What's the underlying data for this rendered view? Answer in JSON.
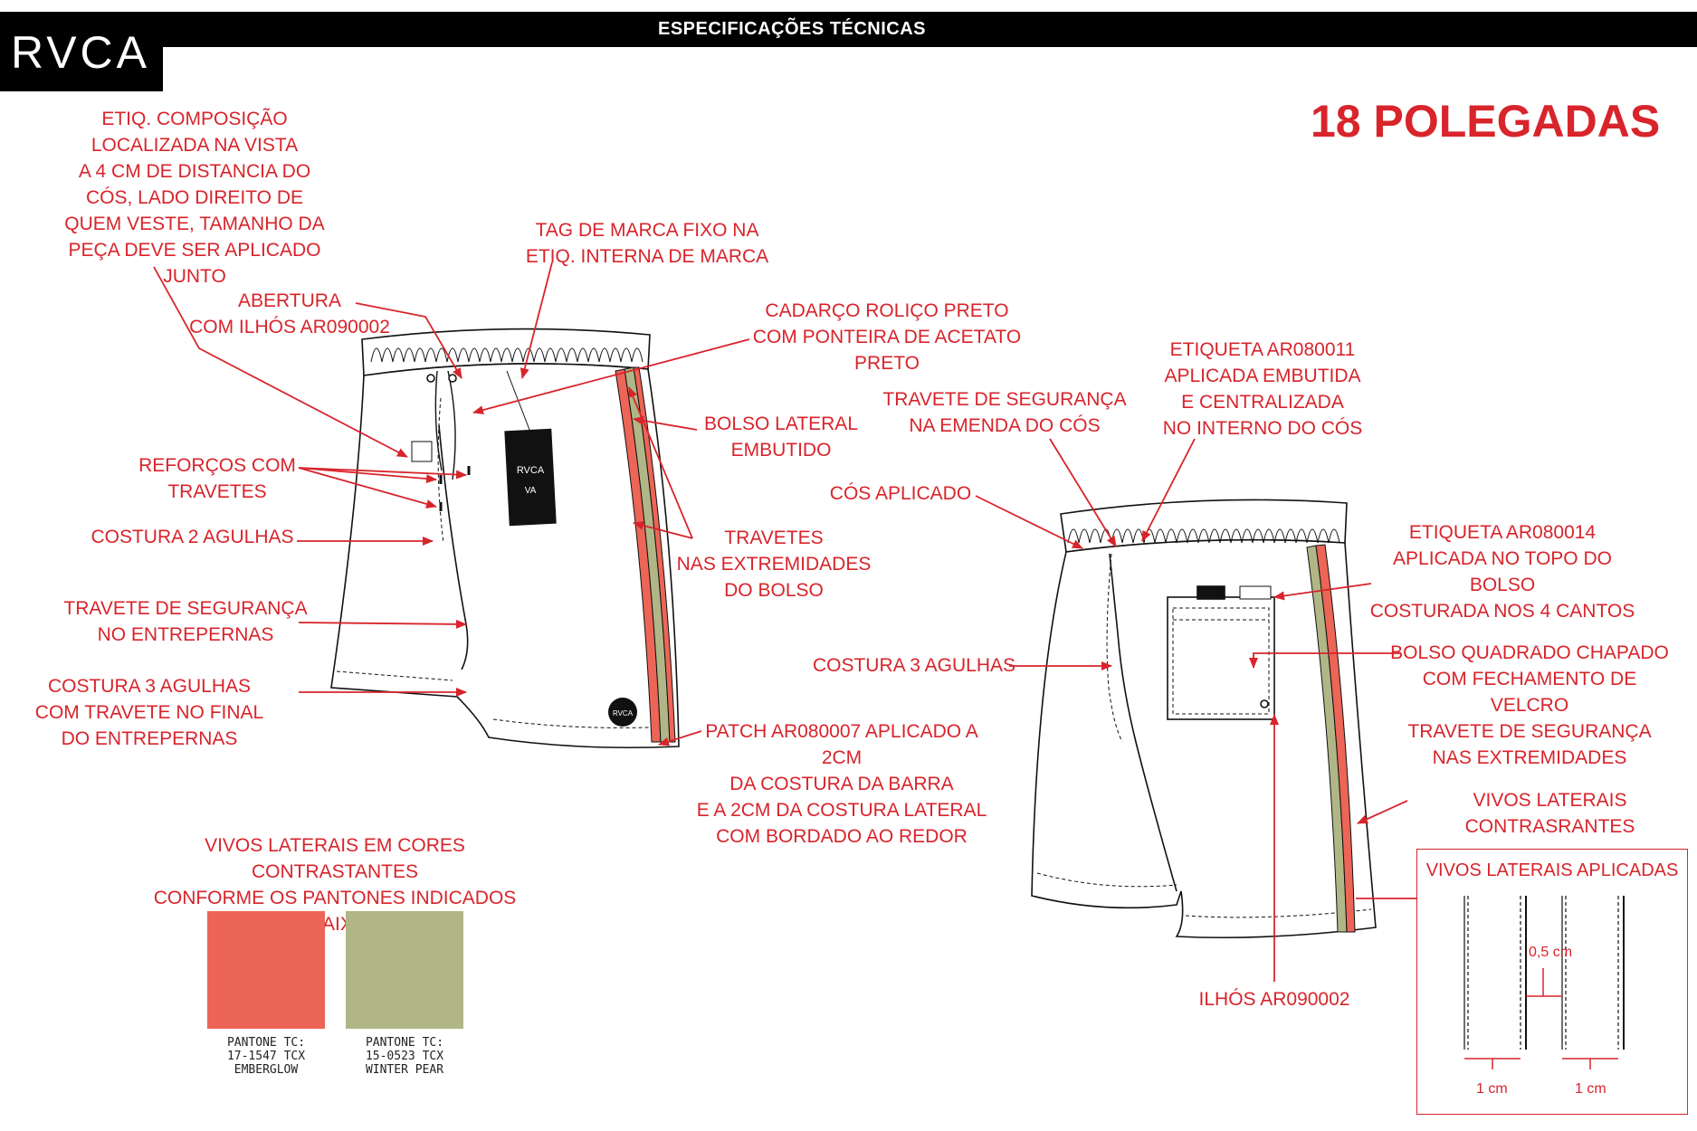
{
  "header": {
    "title": "ESPECIFICAÇÕES TÉCNICAS",
    "logo": "RVCA"
  },
  "size_title": "18 POLEGADAS",
  "front_annotations": {
    "etiq_composicao": "ETIQ. COMPOSIÇÃO\nLOCALIZADA NA VISTA\nA 4 CM DE DISTANCIA DO\nCÓS, LADO DIREITO DE\nQUEM VESTE, TAMANHO DA\nPEÇA DEVE SER APLICADO JUNTO",
    "tag_marca": "TAG DE MARCA FIXO NA\nETIQ. INTERNA DE MARCA",
    "abertura": "ABERTURA\nCOM ILHÓS AR090002",
    "cadarco": "CADARÇO ROLIÇO PRETO\nCOM PONTEIRA DE ACETATO PRETO",
    "bolso_lateral": "BOLSO LATERAL\nEMBUTIDO",
    "reforcos": "REFORÇOS COM\nTRAVETES",
    "costura2": "COSTURA 2 AGULHAS",
    "travetes_bolso": "TRAVETES\nNAS EXTREMIDADES\nDO BOLSO",
    "travete_entrepernas": "TRAVETE DE SEGURANÇA\nNO ENTREPERNAS",
    "costura3_final": "COSTURA 3 AGULHAS\nCOM TRAVETE NO FINAL\nDO ENTREPERNAS",
    "patch": "PATCH  AR080007 APLICADO A 2CM\nDA COSTURA DA BARRA\nE A 2CM DA COSTURA LATERAL\nCOM BORDADO AO REDOR"
  },
  "back_annotations": {
    "etiqueta_011": "ETIQUETA AR080011\nAPLICADA EMBUTIDA\nE CENTRALIZADA\nNO INTERNO DO CÓS",
    "travete_emenda": "TRAVETE DE SEGURANÇA\nNA EMENDA DO CÓS",
    "cos_aplicado": "CÓS APLICADO",
    "etiqueta_014": "ETIQUETA AR080014\nAPLICADA NO TOPO DO BOLSO\nCOSTURADA NOS 4 CANTOS",
    "costura3": "COSTURA 3 AGULHAS",
    "bolso_quadrado": "BOLSO QUADRADO CHAPADO\nCOM FECHAMENTO DE VELCRO\nTRAVETE DE SEGURANÇA\nNAS EXTREMIDADES",
    "vivos_laterais": "VIVOS LATERAIS CONTRASRANTES",
    "ilhos": "ILHÓS AR090002"
  },
  "tag_text": {
    "brand": "RVCA",
    "mark": "VA"
  },
  "patch_text": "RVCA",
  "pantone_section": {
    "title": "VIVOS LATERAIS EM CORES CONTRASTANTES\nCONFORME OS PANTONES INDICADOS ABAIXO:",
    "swatches": [
      {
        "color": "#ec6556",
        "label": "PANTONE TC:\n17-1547 TCX\nEMBERGLOW"
      },
      {
        "color": "#b1b686",
        "label": "PANTONE TC:\n15-0523 TCX\nWINTER PEAR"
      }
    ]
  },
  "applied_box": {
    "title": "VIVOS LATERAIS APLICADAS",
    "gap_label": "0,5 cm",
    "width_left": "1 cm",
    "width_right": "1 cm"
  },
  "colors": {
    "accent_red": "#d8242b",
    "emberglow": "#ec6556",
    "winter_pear": "#b1b686"
  }
}
